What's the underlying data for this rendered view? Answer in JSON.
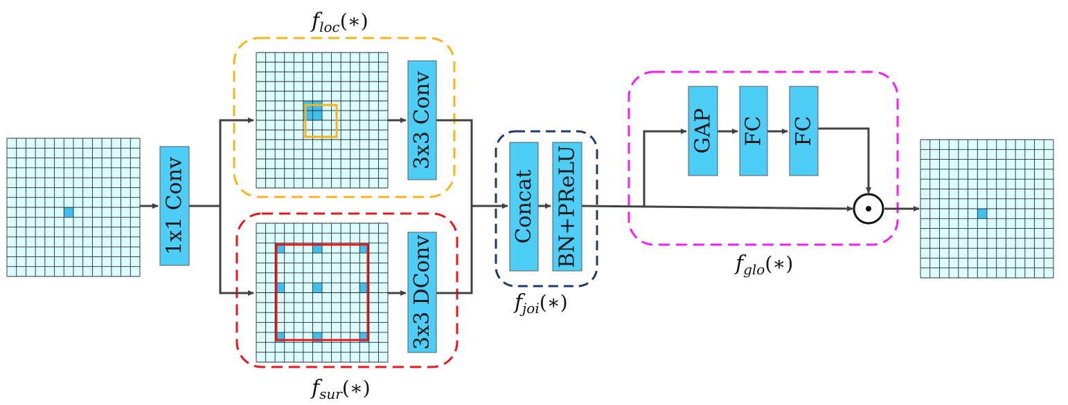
{
  "colors": {
    "grid_fill": "#ddfdfd",
    "grid_line": "#1e2a32",
    "cell_highlight": "#3fbfee",
    "block_fill": "#4ecdf7",
    "block_stroke": "#5a5a5a",
    "arrow": "#404040",
    "loc_border": "#f5b41a",
    "sur_border": "#e8161b",
    "joi_border": "#1f3a66",
    "glo_border": "#f21ef2"
  },
  "blocks": {
    "conv1x1": "1x1 Conv",
    "conv3x3": "3x3 Conv",
    "dconv3x3": "3x3 DConv",
    "concat": "Concat",
    "bn_prelu": "BN+PReLU",
    "gap": "GAP",
    "fc1": "FC",
    "fc2": "FC",
    "multiply_symbol": "•"
  },
  "labels": {
    "loc": {
      "main": "f",
      "sub": "loc",
      "arg": "(∗)"
    },
    "sur": {
      "main": "f",
      "sub": "sur",
      "arg": "(∗)"
    },
    "joi": {
      "main": "f",
      "sub": "joi",
      "arg": "(∗)"
    },
    "glo": {
      "main": "f",
      "sub": "glo",
      "arg": "(∗)"
    }
  }
}
